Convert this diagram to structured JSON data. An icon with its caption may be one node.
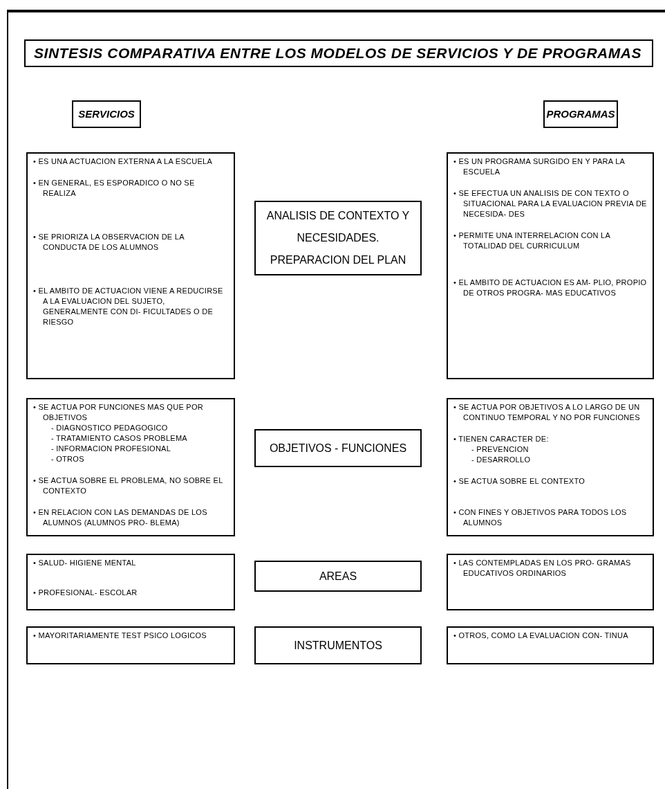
{
  "diagram": {
    "nodes": [
      {
        "text": [
          "SINTESIS COMPARATIVA ENTRE LOS MODELOS DE SERVICIOS Y DE PROGRAMAS"
        ]
      },
      {
        "text": [
          "SERVICIOS"
        ]
      },
      {
        "text": [
          "PROGRAMAS"
        ]
      },
      {
        "text": [
          "• ES UNA ACTUACION EXTERNA A LA ESCUELA",
          "• EN GENERAL, ES ESPORADICO O NO SE REALIZA",
          "• SE PRIORIZA LA OBSERVACION DE LA CONDUCTA DE LOS ALUMNOS",
          "• EL AMBITO DE ACTUACION VIENE A REDUCIRSE A LA EVALUACION DEL SUJETO, GENERALMENTE CON DI- FICULTADES O DE RIESGO"
        ]
      },
      {
        "text": [
          "ANALISIS DE CONTEXTO Y NECESIDADES. PREPARACION DEL PLAN"
        ]
      },
      {
        "text": [
          "• ES UN PROGRAMA SURGIDO EN Y PARA LA ESCUELA",
          "• SE EFECTUA UN ANALISIS DE CON TEXTO O SITUACIONAL PARA LA EVALUACION PREVIA DE NECESIDA- DES",
          "• PERMITE UNA INTERRELACION CON LA TOTALIDAD DEL CURRICULUM",
          "• EL AMBITO DE ACTUACION ES AM- PLIO, PROPIO DE OTROS PROGRA- MAS EDUCATIVOS"
        ]
      },
      {
        "text": [
          "• SE ACTUA POR FUNCIONES MAS QUE POR OBJETIVOS",
          "- DIAGNOSTICO PEDAGOGICO",
          "- TRATAMIENTO CASOS PROBLEMA",
          "- INFORMACION PROFESIONAL",
          "- OTROS",
          "• SE ACTUA SOBRE EL PROBLEMA, NO SOBRE EL CONTEXTO",
          "• EN RELACION CON LAS DEMANDAS DE LOS ALUMNOS (ALUMNOS PRO- BLEMA)"
        ]
      },
      {
        "text": [
          "OBJETIVOS - FUNCIONES"
        ]
      },
      {
        "text": [
          "• SE ACTUA POR OBJETIVOS A LO LARGO DE UN CONTINUO TEMPORAL Y NO POR FUNCIONES",
          "• TIENEN CARACTER DE:",
          "- PREVENCION",
          "- DESARROLLO",
          "• SE ACTUA SOBRE EL CONTEXTO",
          "• CON FINES Y OBJETIVOS PARA TODOS LOS ALUMNOS"
        ]
      },
      {
        "text": [
          "• SALUD- HIGIENE MENTAL",
          "• PROFESIONAL- ESCOLAR"
        ]
      },
      {
        "text": [
          "AREAS"
        ]
      },
      {
        "text": [
          "• LAS CONTEMPLADAS EN LOS PRO- GRAMAS EDUCATIVOS ORDINARIOS"
        ]
      },
      {
        "text": [
          "• MAYORITARIAMENTE TEST PSICO LOGICOS"
        ]
      },
      {
        "text": [
          "INSTRUMENTOS"
        ]
      },
      {
        "text": [
          "• OTROS, COMO LA EVALUACION CON- TINUA"
        ]
      }
    ]
  }
}
